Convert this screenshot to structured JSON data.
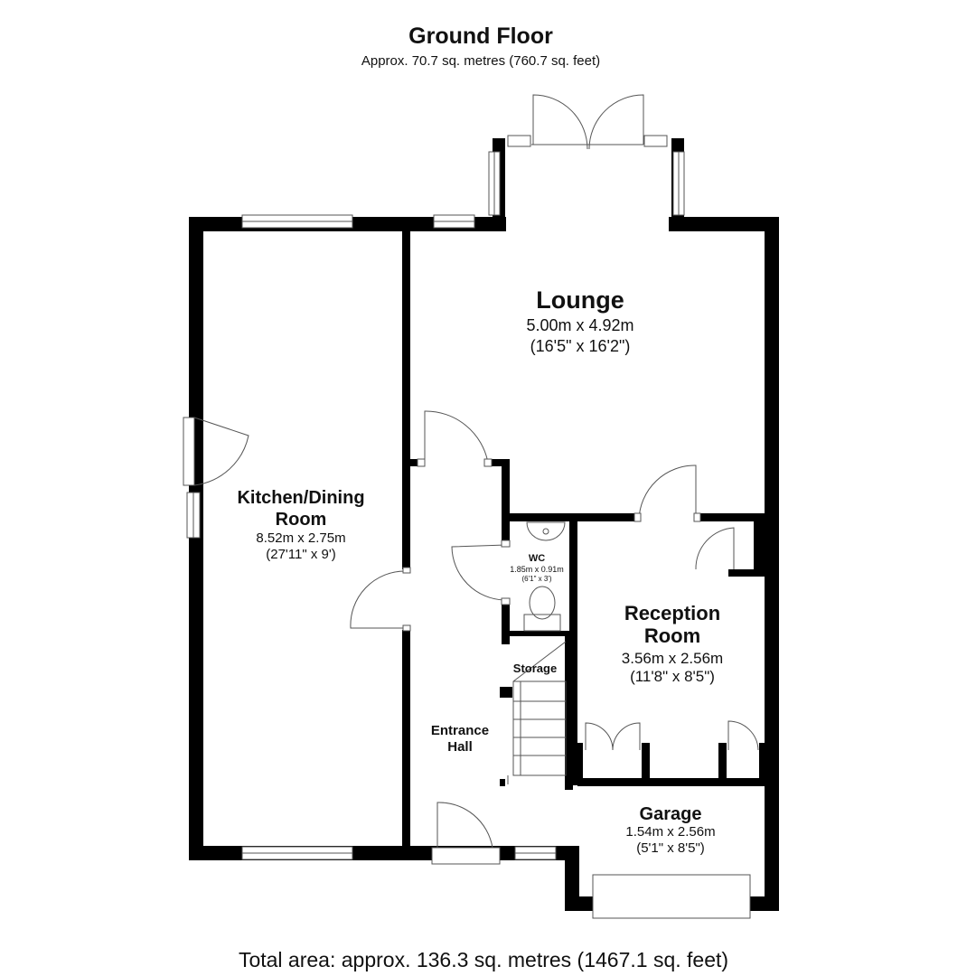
{
  "header": {
    "title": "Ground Floor",
    "subtitle": "Approx. 70.7 sq. metres (760.7 sq. feet)"
  },
  "rooms": {
    "lounge": {
      "name": "Lounge",
      "metric": "5.00m x 4.92m",
      "imperial": "(16'5\" x 16'2\")"
    },
    "kitchen": {
      "name_line1": "Kitchen/Dining",
      "name_line2": "Room",
      "metric": "8.52m x 2.75m",
      "imperial": "(27'11\" x 9')"
    },
    "wc": {
      "name": "WC",
      "metric": "1.85m x 0.91m",
      "imperial": "(6'1\" x 3')"
    },
    "reception": {
      "name_line1": "Reception",
      "name_line2": "Room",
      "metric": "3.56m x 2.56m",
      "imperial": "(11'8\" x 8'5\")"
    },
    "storage": {
      "name": "Storage"
    },
    "hall": {
      "name_line1": "Entrance",
      "name_line2": "Hall"
    },
    "garage": {
      "name": "Garage",
      "metric": "1.54m x 2.56m",
      "imperial": "(5'1\" x 8'5\")"
    }
  },
  "footer": {
    "total": "Total area: approx. 136.3 sq. metres (1467.1 sq. feet)"
  }
}
